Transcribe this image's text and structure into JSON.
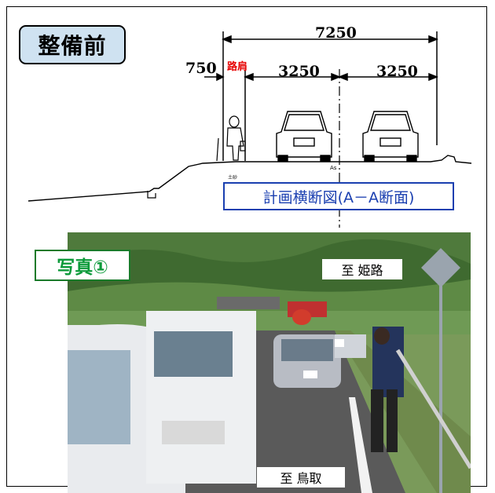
{
  "badge_before": "整備前",
  "dimensions": {
    "total": "7250",
    "shoulder_width": "750",
    "lane_left": "3250",
    "lane_right": "3250",
    "shoulder_label": "路肩",
    "centerline_mark": "As",
    "ground_mark": "土砂"
  },
  "caption": "計画横断図(A－A断面)",
  "photo": {
    "badge": "写真①",
    "destination_top": "至 姫路",
    "destination_bottom": "至 鳥取"
  },
  "colors": {
    "badge_bg": "#cfe2f1",
    "caption_blue": "#1a3fb0",
    "shoulder_red": "#e60000",
    "photo_badge_green": "#0c9a3a"
  }
}
